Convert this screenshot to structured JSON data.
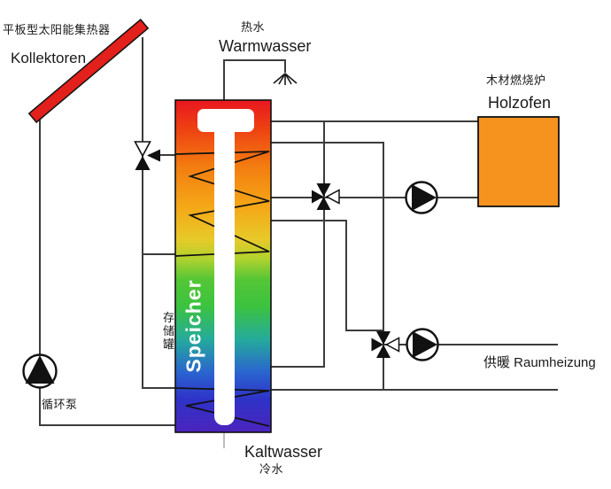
{
  "diagram_title": "solar-wood-heating-schematic",
  "collector": {
    "label_zh": "平板型太阳能集热器",
    "label_de": "Kollektoren"
  },
  "warmwater": {
    "label_zh": "热水",
    "label_de": "Warmwasser"
  },
  "holzofen": {
    "label_zh": "木材燃烧炉",
    "label_de": "Holzofen"
  },
  "tank": {
    "label_de": "Speicher",
    "label_zh": "存储罐"
  },
  "pump": {
    "label_zh": "循环泵"
  },
  "coldwater": {
    "label_de": "Kaltwasser",
    "label_zh": "冷水"
  },
  "heating": {
    "label": "供暖 Raumheizung"
  },
  "colors": {
    "pipe": "#3c3c3c",
    "outline": "#111111",
    "collector_red": "#e2201c",
    "holzofen_orange": "#f6921e",
    "coldfeed_gray": "#bdbdbd",
    "tank_gradient": {
      "s0": "#e9161f",
      "s1": "#ee4312",
      "s2": "#f37d10",
      "s3": "#f5a717",
      "s4": "#e7ca29",
      "s5": "#aed22e",
      "s6": "#55c636",
      "s7": "#3cc33f",
      "s8": "#25ab9b",
      "s9": "#2a64cf",
      "s10": "#2e33c8",
      "s11": "#4b24bc"
    }
  }
}
